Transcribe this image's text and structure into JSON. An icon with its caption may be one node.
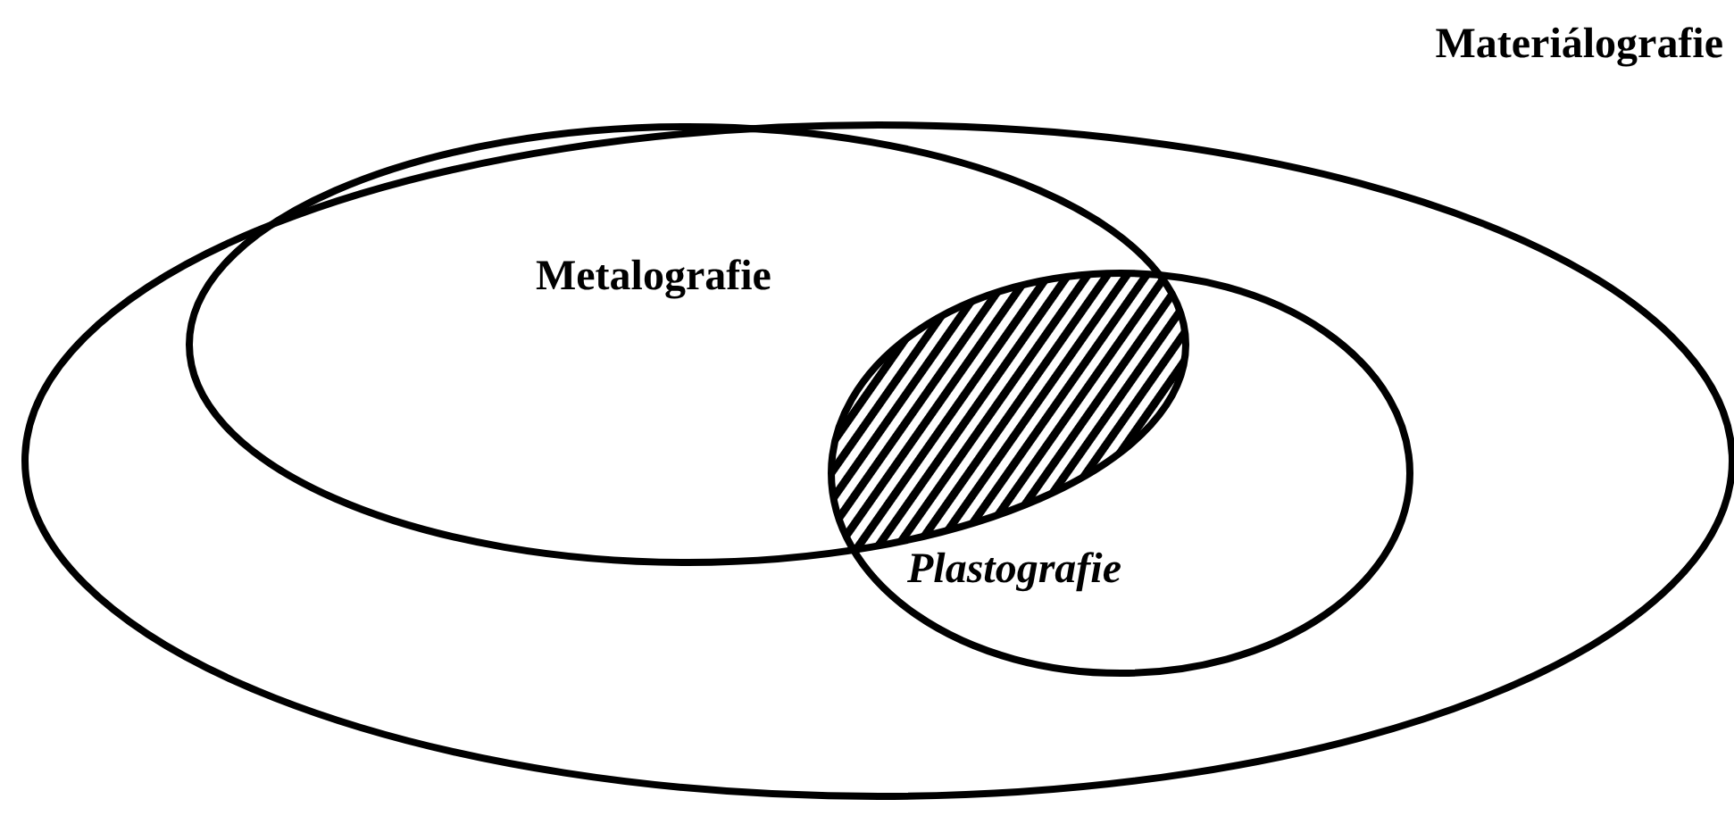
{
  "diagram": {
    "nodes": [
      {
        "text": [
          "Materiálografie"
        ]
      },
      {
        "text": [
          "Metalografie"
        ],
        "in": 0
      },
      {
        "text": [
          "Plastografie"
        ],
        "in": 0
      },
      {
        "text": [],
        "shape": "hatched",
        "in": 0
      }
    ]
  }
}
